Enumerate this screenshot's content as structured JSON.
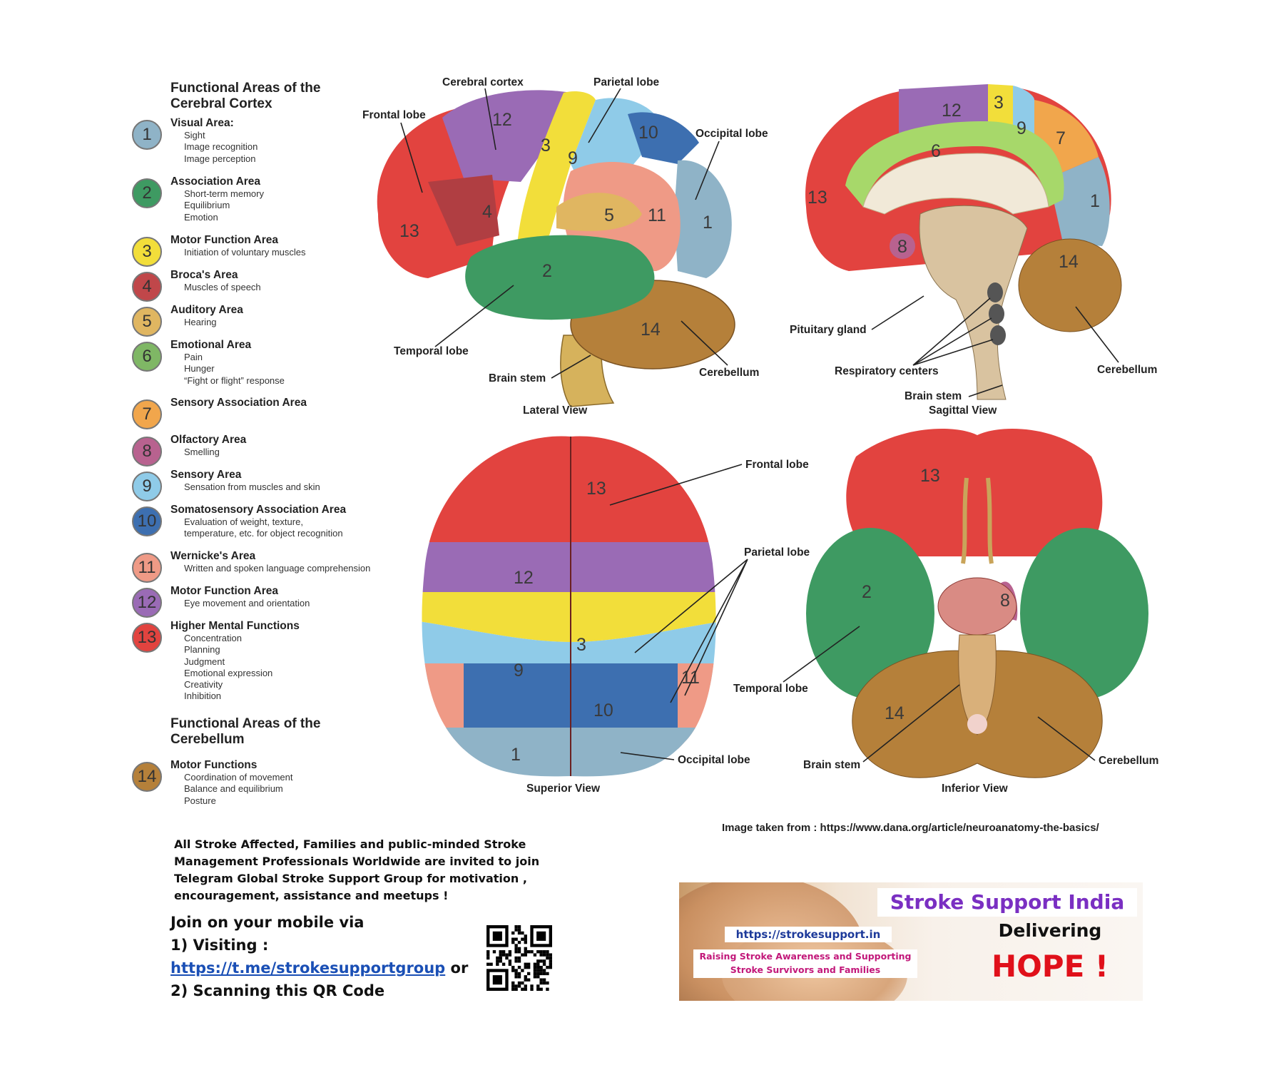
{
  "legend": {
    "cortex_heading": "Functional Areas of the Cerebral Cortex",
    "cerebellum_heading": "Functional Areas of the Cerebellum",
    "items": [
      {
        "n": "1",
        "color": "#8fb3c7",
        "title": "Visual Area:",
        "lines": [
          "Sight",
          "Image recognition",
          "Image perception"
        ]
      },
      {
        "n": "2",
        "color": "#3e9a62",
        "title": "Association Area",
        "lines": [
          "Short-term memory",
          "Equilibrium",
          "Emotion"
        ]
      },
      {
        "n": "3",
        "color": "#f2de3a",
        "title": "Motor Function Area",
        "lines": [
          "Initiation of voluntary muscles"
        ]
      },
      {
        "n": "4",
        "color": "#c0474a",
        "title": "Broca's Area",
        "lines": [
          "Muscles of speech"
        ]
      },
      {
        "n": "5",
        "color": "#e0b661",
        "title": "Auditory Area",
        "lines": [
          "Hearing"
        ]
      },
      {
        "n": "6",
        "color": "#7fb765",
        "title": "Emotional Area",
        "lines": [
          "Pain",
          "Hunger",
          "“Fight or flight” response"
        ]
      },
      {
        "n": "7",
        "color": "#f1a64c",
        "title": "Sensory Association Area",
        "lines": []
      },
      {
        "n": "8",
        "color": "#b8628f",
        "title": "Olfactory Area",
        "lines": [
          "Smelling"
        ]
      },
      {
        "n": "9",
        "color": "#8fcbe8",
        "title": "Sensory Area",
        "lines": [
          "Sensation from muscles and skin"
        ]
      },
      {
        "n": "10",
        "color": "#3d6fb0",
        "title": "Somatosensory Association Area",
        "lines": [
          "Evaluation of weight, texture,",
          "temperature, etc. for object recognition"
        ]
      },
      {
        "n": "11",
        "color": "#ef9a86",
        "title": "Wernicke's Area",
        "lines": [
          "Written and spoken language comprehension"
        ]
      },
      {
        "n": "12",
        "color": "#9a6bb5",
        "title": "Motor Function Area",
        "lines": [
          "Eye movement and orientation"
        ]
      },
      {
        "n": "13",
        "color": "#e2433f",
        "title": "Higher Mental Functions",
        "lines": [
          "Concentration",
          "Planning",
          "Judgment",
          "Emotional expression",
          "Creativity",
          "Inhibition"
        ]
      },
      {
        "n": "14",
        "color": "#b5803a",
        "title": "Motor Functions",
        "lines": [
          "Coordination of movement",
          "Balance and equilibrium",
          "Posture"
        ]
      }
    ]
  },
  "lateral": {
    "caption": "Lateral View",
    "cerebral_cortex": "Cerebral cortex",
    "parietal_lobe": "Parietal lobe",
    "frontal_lobe": "Frontal lobe",
    "occipital_lobe": "Occipital lobe",
    "temporal_lobe": "Temporal lobe",
    "brain_stem": "Brain stem",
    "cerebellum": "Cerebellum"
  },
  "sagittal": {
    "caption": "Sagittal View",
    "pituitary_gland": "Pituitary gland",
    "respiratory_centers": "Respiratory centers",
    "brain_stem": "Brain stem",
    "cerebellum": "Cerebellum"
  },
  "superior": {
    "caption": "Superior View",
    "frontal_lobe": "Frontal lobe",
    "parietal_lobe": "Parietal lobe",
    "occipital_lobe": "Occipital lobe"
  },
  "inferior": {
    "caption": "Inferior View",
    "temporal_lobe": "Temporal lobe",
    "brain_stem": "Brain stem",
    "cerebellum": "Cerebellum"
  },
  "footer": {
    "credit": "Image taken from : https://www.dana.org/article/neuroanatomy-the-basics/",
    "invite": "All Stroke Affected, Families and public-minded Stroke Management Professionals Worldwide are invited to join Telegram Global Stroke Support Group for motivation , encouragement, assistance and meetups !",
    "join_line1": "Join on your mobile via",
    "join_line2": "1) Visiting :",
    "join_link": "https://t.me/strokesupportgroup",
    "join_or": " or",
    "join_line4": "2) Scanning this QR Code"
  },
  "banner": {
    "name": "Stroke Support India",
    "url": "https://strokesupport.in",
    "tagline_1": "Raising Stroke Awareness and Supporting",
    "tagline_2": "Stroke Survivors and  Families",
    "delivering": "Delivering",
    "hope": "HOPE !"
  }
}
